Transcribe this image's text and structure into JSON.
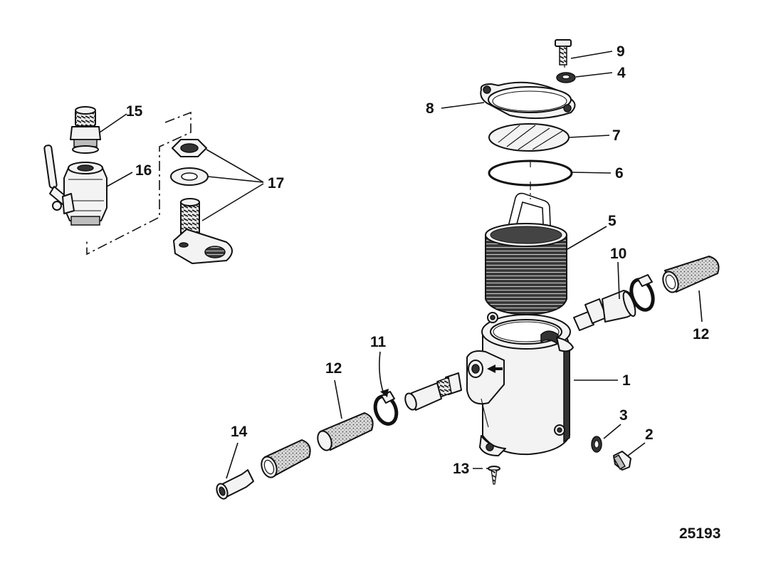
{
  "figure": {
    "number": "25193"
  },
  "callouts": [
    {
      "id": "c1",
      "label": "1"
    },
    {
      "id": "c2",
      "label": "2"
    },
    {
      "id": "c3",
      "label": "3"
    },
    {
      "id": "c4",
      "label": "4"
    },
    {
      "id": "c5",
      "label": "5"
    },
    {
      "id": "c6",
      "label": "6"
    },
    {
      "id": "c7",
      "label": "7"
    },
    {
      "id": "c8",
      "label": "8"
    },
    {
      "id": "c9",
      "label": "9"
    },
    {
      "id": "c10",
      "label": "10"
    },
    {
      "id": "c11",
      "label": "11"
    },
    {
      "id": "c12a",
      "label": "12"
    },
    {
      "id": "c12b",
      "label": "12"
    },
    {
      "id": "c13",
      "label": "13"
    },
    {
      "id": "c14",
      "label": "14"
    },
    {
      "id": "c15",
      "label": "15"
    },
    {
      "id": "c16",
      "label": "16"
    },
    {
      "id": "c17",
      "label": "17"
    }
  ]
}
